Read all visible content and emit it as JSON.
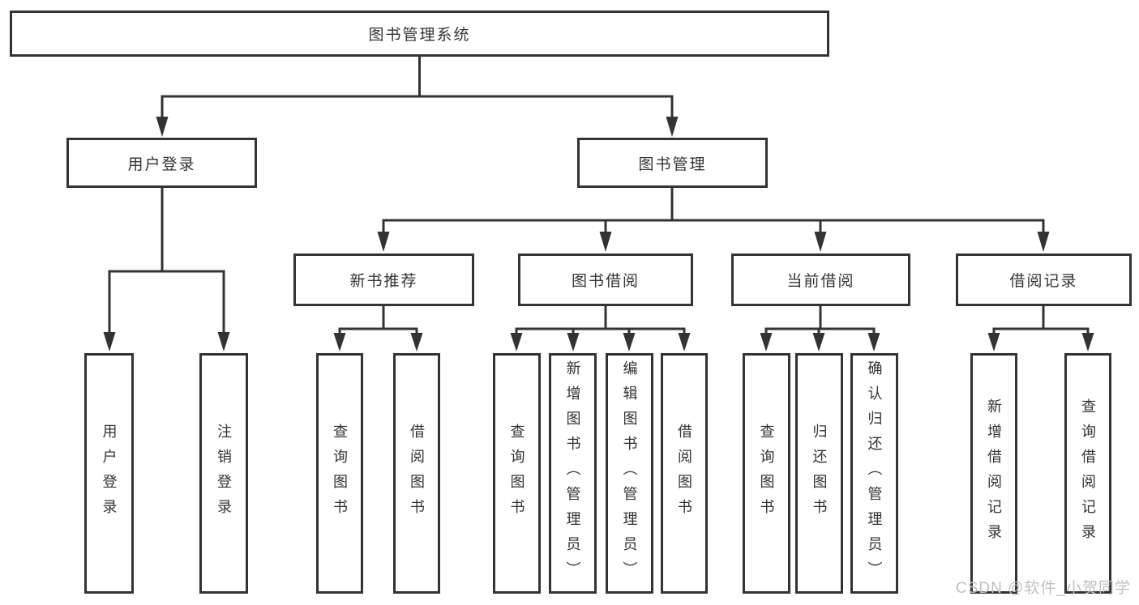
{
  "colors": {
    "line": "#333333",
    "text": "#333333",
    "watermark": "#c0c0c0",
    "background": "#ffffff"
  },
  "tree": {
    "label": "图书管理系统",
    "children": [
      {
        "label": "用户登录",
        "children": [
          {
            "label": "用户登录"
          },
          {
            "label": "注销登录"
          }
        ]
      },
      {
        "label": "图书管理",
        "children": [
          {
            "label": "新书推荐",
            "children": [
              {
                "label": "查询图书"
              },
              {
                "label": "借阅图书"
              }
            ]
          },
          {
            "label": "图书借阅",
            "children": [
              {
                "label": "查询图书"
              },
              {
                "label": "新增图书（管理员）"
              },
              {
                "label": "编辑图书（管理员）"
              },
              {
                "label": "借阅图书"
              }
            ]
          },
          {
            "label": "当前借阅",
            "children": [
              {
                "label": "查询图书"
              },
              {
                "label": "归还图书"
              },
              {
                "label": "确认归还（管理员）"
              }
            ]
          },
          {
            "label": "借阅记录",
            "children": [
              {
                "label": "新增借阅记录"
              },
              {
                "label": "查询借阅记录"
              }
            ]
          }
        ]
      }
    ]
  },
  "watermark": {
    "text": "CSDN @软件_小贺同学"
  }
}
